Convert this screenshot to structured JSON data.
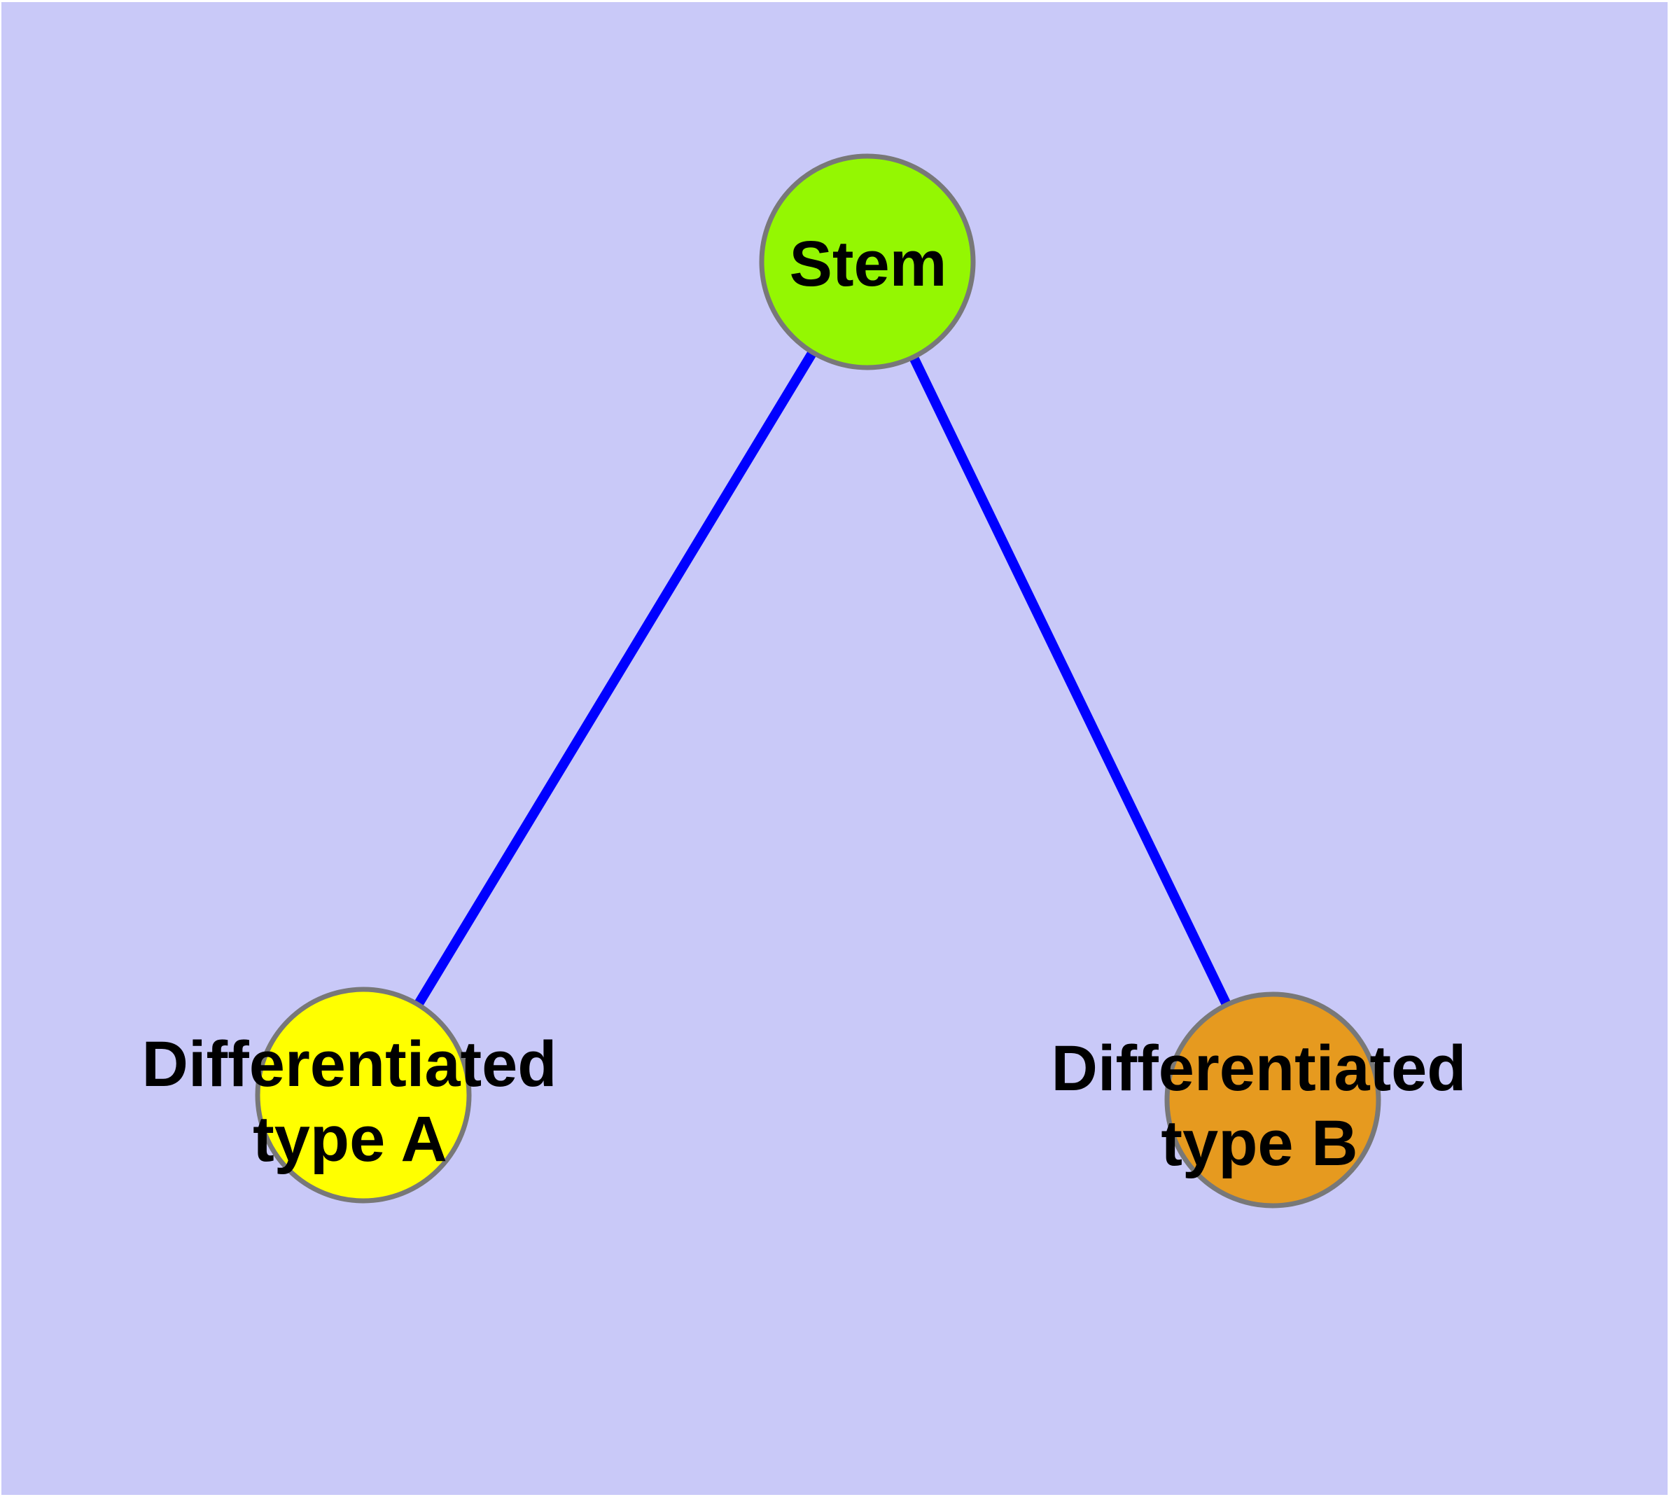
{
  "diagram": {
    "type": "graph",
    "background_color": "#C9C9F8",
    "page_margin_color": "#FFFFFF",
    "edge_color": "#0000FF",
    "node_border_color": "#787878",
    "label_color": "#000000",
    "nodes": {
      "stem": {
        "label": "Stem",
        "color": "#94F702"
      },
      "type_a": {
        "label": "Differentiated type A",
        "label_line1": "Differentiated",
        "label_line2": "type A",
        "color": "#FFFF00"
      },
      "type_b": {
        "label": "Differentiated type B",
        "label_line1": "Differentiated",
        "label_line2": "type B",
        "color": "#E69A1F"
      }
    },
    "edges": [
      {
        "from": "Stem",
        "to": "Differentiated type A"
      },
      {
        "from": "Stem",
        "to": "Differentiated type B"
      }
    ]
  }
}
